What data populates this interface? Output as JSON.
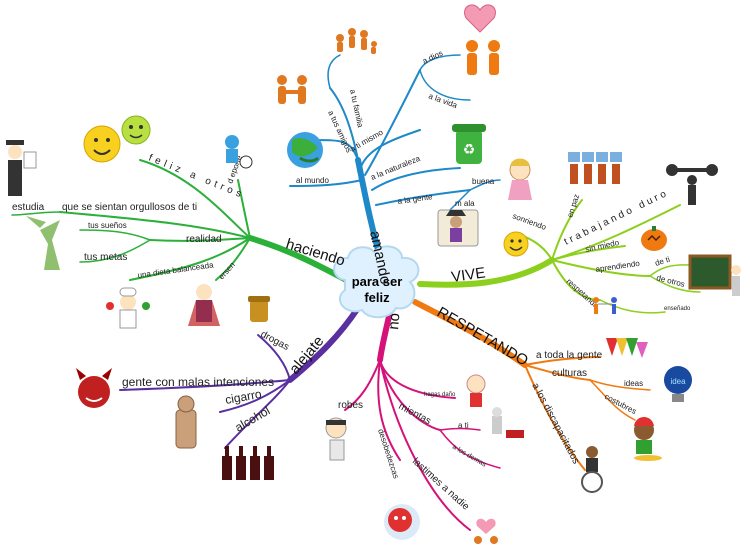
{
  "center": {
    "line1": "para ser",
    "line2": "feliz"
  },
  "colors": {
    "amando": "#1e88c9",
    "haciendo": "#2bb03a",
    "vive": "#8ccf1c",
    "respetando": "#f07a12",
    "no": "#d4127a",
    "alejate": "#5a2fa0",
    "cloud": "#dff1ff"
  },
  "branches": {
    "amando": {
      "label": "amando",
      "items": [
        "a tu familia",
        "a tus amigos",
        "a ti mismo",
        "al mundo",
        "a dios",
        "a la vida",
        "a la naturaleza",
        "a la gente",
        "buena",
        "m ala"
      ]
    },
    "haciendo": {
      "label": "haciendo",
      "items": [
        "feliz a otros",
        "d eporte",
        "que se sientan orgullosos de ti",
        "estudia",
        "tus sueños",
        "realidad",
        "tus metas",
        "una dieta balanceada",
        "ersen"
      ]
    },
    "vive": {
      "label": "VIVE",
      "items": [
        "sonriendo",
        "en paz",
        "trabajando duro",
        "sin miedo",
        "aprendiendo",
        "de ti",
        "de otros",
        "respetando",
        "enseñado"
      ]
    },
    "respetando": {
      "label": "RESPETANDO",
      "items": [
        "a toda la gente",
        "culturas",
        "ideas",
        "costubres",
        "a los discapacitados"
      ]
    },
    "no": {
      "label": "no",
      "items": [
        "robes",
        "hagas daño",
        "mientas",
        "a ti",
        "a los demas",
        "desobedezcas",
        "lastimes a nadie"
      ]
    },
    "alejate": {
      "label": "alejate",
      "items": [
        "drogas",
        "gente con malas intenciones",
        "cigarro",
        "alcohol"
      ]
    }
  },
  "icons": [
    "heart-icon",
    "couple-icon",
    "family-icon",
    "friends-icon",
    "earth-icon",
    "recycle-icon",
    "doll-icon",
    "pirate-icon",
    "smiley-icon",
    "team-icon",
    "weightlifter-icon",
    "pumpkin-icon",
    "chalkboard-icon",
    "people-link-icon",
    "flags-icon",
    "lightbulb-icon",
    "rasta-icon",
    "wheelchair-icon",
    "thief-icon",
    "liar-icon",
    "boxing-icon",
    "tomato-icon",
    "hearts-couple-icon",
    "devil-icon",
    "wine-bottles-icon",
    "rag-figure-icon",
    "pills-icon",
    "superhero-icon",
    "chef-icon",
    "tree-figure-icon",
    "graduate-icon",
    "smileys-icon",
    "soccer-icon"
  ]
}
